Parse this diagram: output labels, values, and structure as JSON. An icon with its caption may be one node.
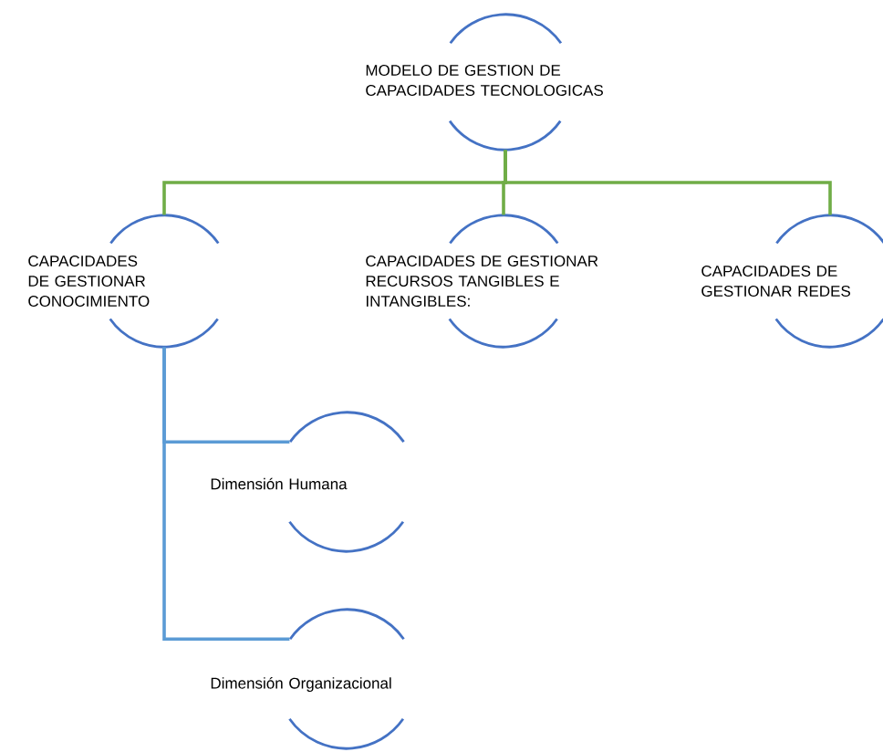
{
  "diagram": {
    "nodes": [
      {
        "text": [
          "MODELO DE GESTION DE CAPACIDADES TECNOLOGICAS"
        ]
      },
      {
        "text": [
          "CAPACIDADES DE GESTIONAR CONOCIMIENTO"
        ]
      },
      {
        "text": [
          "CAPACIDADES DE GESTIONAR RECURSOS TANGIBLES E INTANGIBLES:"
        ]
      },
      {
        "text": [
          "CAPACIDADES DE GESTIONAR REDES"
        ]
      },
      {
        "text": [
          "Dimensión Humana"
        ]
      },
      {
        "text": [
          "Dimensión Organizacional"
        ]
      }
    ],
    "edges": [
      {
        "from": 0,
        "to": 1,
        "arrow": "none"
      },
      {
        "from": 0,
        "to": 2,
        "arrow": "none"
      },
      {
        "from": 0,
        "to": 3,
        "arrow": "none"
      },
      {
        "from": 1,
        "to": 4,
        "arrow": "none",
        "color": "#5b9bd5"
      },
      {
        "from": 1,
        "to": 5,
        "arrow": "none",
        "color": "#5b9bd5"
      }
    ]
  }
}
